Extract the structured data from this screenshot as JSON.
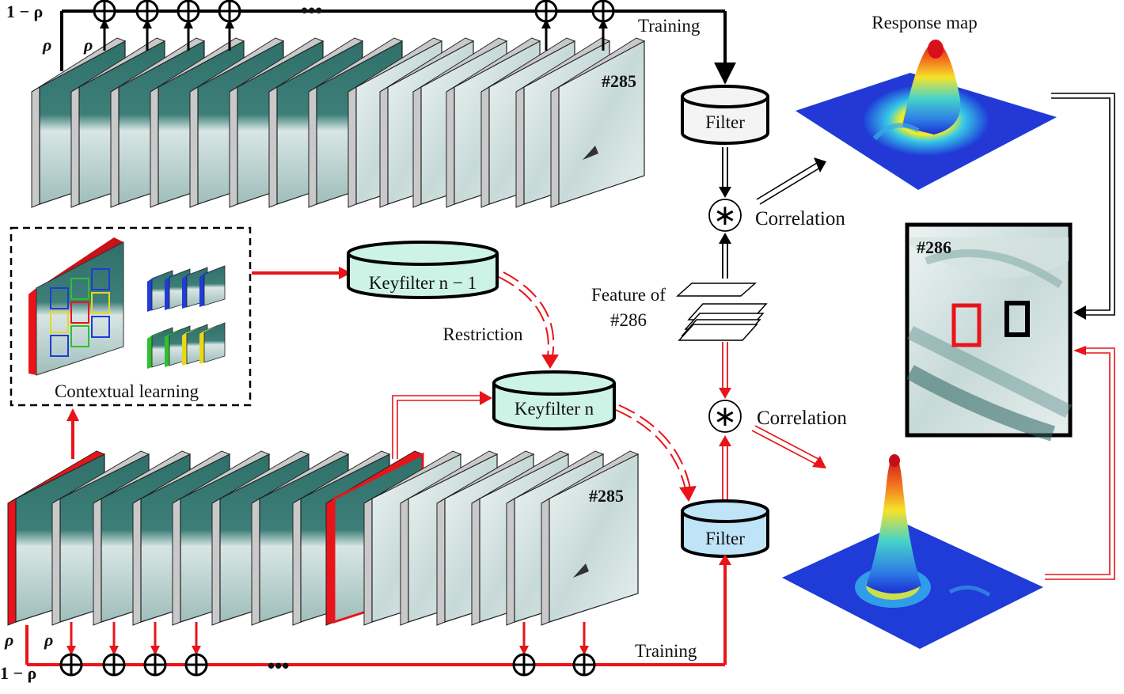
{
  "labels": {
    "training_top": "Training",
    "training_bottom": "Training",
    "response_map": "Response map",
    "filter_top": "Filter",
    "filter_bottom": "Filter",
    "correlation_top": "Correlation",
    "correlation_bottom": "Correlation",
    "feature_line1": "Feature of",
    "feature_line2": "#286",
    "keyfilter_prev": "Keyfilter n − 1",
    "keyfilter_curr": "Keyfilter n",
    "restriction": "Restriction",
    "contextual_learning": "Contextual learning",
    "frame_top": "#285",
    "frame_bottom": "#285",
    "frame_result": "#286",
    "one_minus_rho_top": "1 − ρ",
    "rho_top_a": "ρ",
    "rho_top_b": "ρ",
    "one_minus_rho_bottom": "1 − ρ",
    "rho_bottom_a": "ρ",
    "rho_bottom_b": "ρ",
    "ellipsis_top": "•••",
    "ellipsis_bottom": "•••",
    "oplus": "⊕",
    "otimes": "∗"
  },
  "colors": {
    "black_path": "#000000",
    "red_path": "#e8141a",
    "filter_top_fill": "#f4f4f4",
    "filter_bottom_fill": "#bfe3f7",
    "keyfilter_fill": "#cdf3e6",
    "frame_teal": "#2e6e68",
    "frame_snow": "#e6efee"
  }
}
